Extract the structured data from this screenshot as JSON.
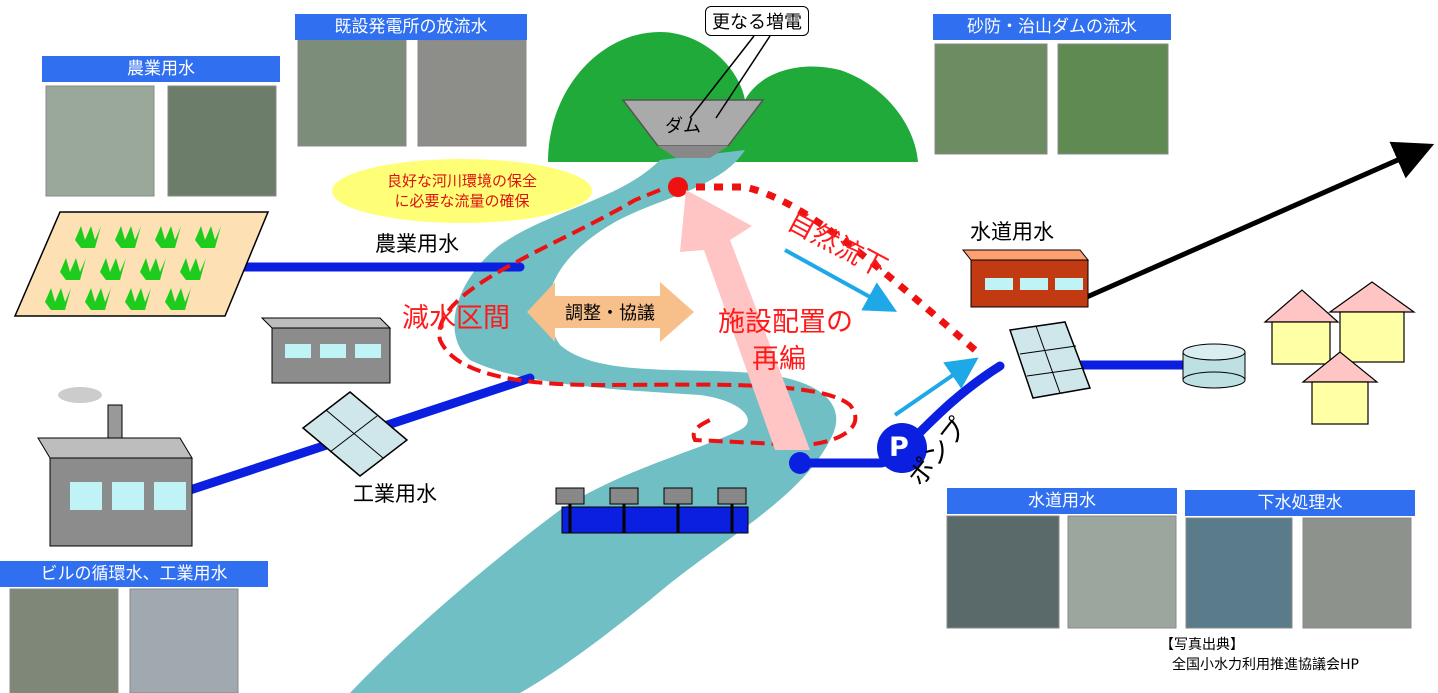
{
  "headers": {
    "agri_photo": "農業用水",
    "plant_discharge": "既設発電所の放流水",
    "sabo_dam": "砂防・治山ダムの流水",
    "building_water": "ビルの循環水、工業用水",
    "water_supply_photo": "水道用水",
    "sewage": "下水処理水"
  },
  "labels": {
    "more_power": "更なる増電",
    "dam": "ダム",
    "agri_line": "農業用水",
    "water_supply": "水道用水",
    "industrial": "工業用水",
    "pump": "ポンプ",
    "pump_symbol": "P",
    "coordination": "調整・協議"
  },
  "red_labels": {
    "natural_flow": "自然流下",
    "reduced_section": "減水区間",
    "reorg_line1": "施設配置の",
    "reorg_line2": "再編"
  },
  "environment": {
    "line1": "良好な河川環境の保全",
    "line2": "に必要な流量の確保"
  },
  "source": {
    "title": "【写真出典】",
    "org": "全国小水力利用推進協議会HP"
  },
  "colors": {
    "header_blue": "#2f6ff0",
    "pipe_blue": "#0a1fe0",
    "river": "#6fbfc4",
    "mountain": "#1faa3a",
    "red_dashed": "#ee1111",
    "pink_arrow": "#ffc4c4",
    "orange_arrow": "#f7c08a",
    "cyan_arrow": "#1fa8e8"
  }
}
